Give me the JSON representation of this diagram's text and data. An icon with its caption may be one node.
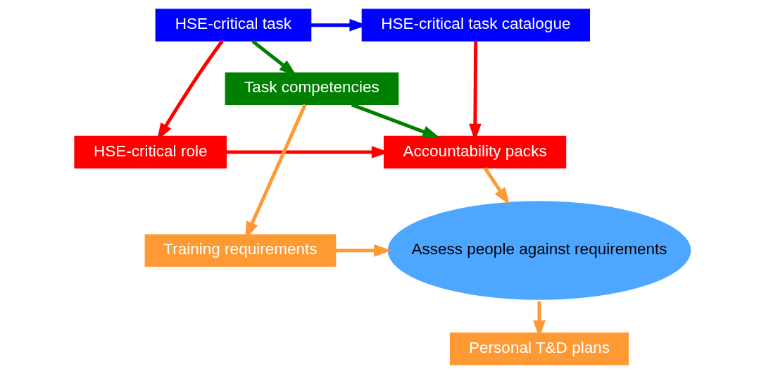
{
  "diagram": {
    "nodes": [
      {
        "text": [
          "HSE-critical task"
        ]
      },
      {
        "text": [
          "HSE-critical task catalogue"
        ]
      },
      {
        "text": [
          "HSE-critical role"
        ]
      },
      {
        "text": [
          "Accountability packs"
        ]
      },
      {
        "text": [
          "Task competencies"
        ]
      },
      {
        "text": [
          "Training requirements"
        ]
      },
      {
        "text": [
          "Assess people against requirements"
        ]
      },
      {
        "text": [
          "Personal T&D plans"
        ]
      }
    ],
    "edges": [
      {
        "from": 0,
        "to": 1,
        "arrow": "to",
        "color": "#0000ff"
      },
      {
        "from": 0,
        "to": 2,
        "arrow": "to",
        "color": "#ff0000"
      },
      {
        "from": 1,
        "to": 3,
        "arrow": "to",
        "color": "#ff0000"
      },
      {
        "from": 2,
        "to": 3,
        "arrow": "to",
        "color": "#ff0000"
      },
      {
        "from": 0,
        "to": 4,
        "arrow": "to",
        "color": "#008000"
      },
      {
        "from": 4,
        "to": 3,
        "arrow": "to",
        "color": "#008000"
      },
      {
        "from": 4,
        "to": 5,
        "arrow": "to"
      },
      {
        "from": 5,
        "to": 6,
        "arrow": "to"
      },
      {
        "from": 3,
        "to": 6,
        "arrow": "to"
      },
      {
        "from": 6,
        "to": 7,
        "arrow": "to"
      }
    ]
  }
}
